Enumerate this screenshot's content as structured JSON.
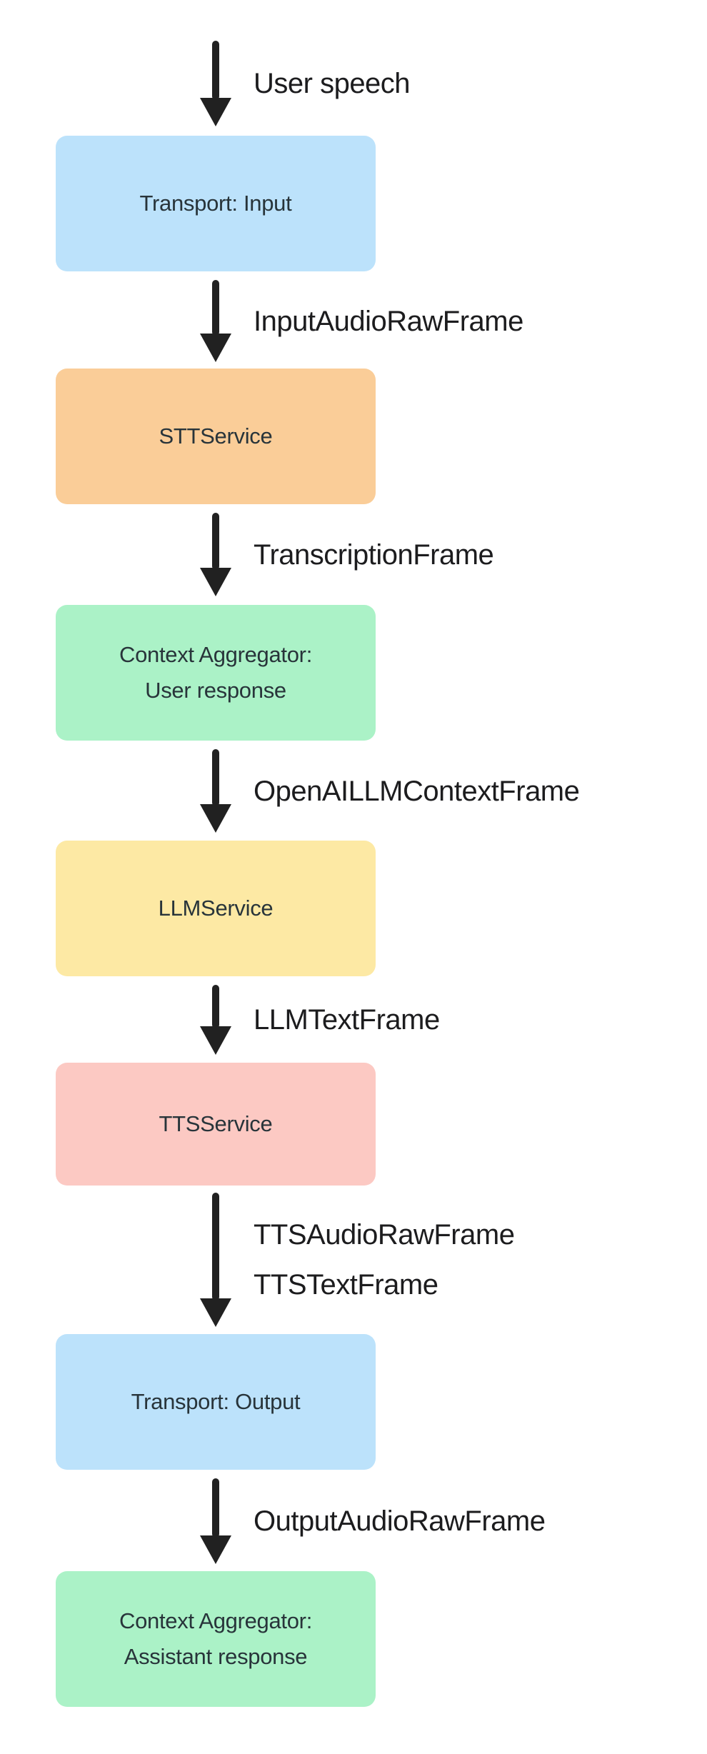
{
  "diagram": {
    "description": "Voice pipeline flow diagram",
    "colors": {
      "background": "#ffffff",
      "arrow": "#212121",
      "edge_label_text": "#1c1c1e",
      "node_text": "#28343a",
      "transport_fill": "#BCE2FB",
      "stt_fill": "#FACD98",
      "aggregator_fill": "#ABF2C7",
      "llm_fill": "#FDE9A4",
      "tts_fill": "#FCC9C3"
    },
    "nodes": [
      {
        "id": "transport-input",
        "fill": "#BCE2FB",
        "lines": [
          "Transport: Input"
        ]
      },
      {
        "id": "stt-service",
        "fill": "#FACD98",
        "lines": [
          "STTService"
        ]
      },
      {
        "id": "context-aggregator-user",
        "fill": "#ABF2C7",
        "lines": [
          "Context Aggregator:",
          "User response"
        ]
      },
      {
        "id": "llm-service",
        "fill": "#FDE9A4",
        "lines": [
          "LLMService"
        ]
      },
      {
        "id": "tts-service",
        "fill": "#FCC9C3",
        "lines": [
          "TTSService"
        ]
      },
      {
        "id": "transport-output",
        "fill": "#BCE2FB",
        "lines": [
          "Transport: Output"
        ]
      },
      {
        "id": "context-aggregator-assistant",
        "fill": "#ABF2C7",
        "lines": [
          "Context Aggregator:",
          "Assistant response"
        ]
      }
    ],
    "edges": [
      {
        "id": "user-speech",
        "labels": [
          "User speech"
        ]
      },
      {
        "id": "input-audio-raw-frame",
        "labels": [
          "InputAudioRawFrame"
        ]
      },
      {
        "id": "transcription-frame",
        "labels": [
          "TranscriptionFrame"
        ]
      },
      {
        "id": "openai-llm-context-frame",
        "labels": [
          "OpenAILLMContextFrame"
        ]
      },
      {
        "id": "llm-text-frame",
        "labels": [
          "LLMTextFrame"
        ]
      },
      {
        "id": "tts-audio-and-text-frames",
        "labels": [
          "TTSAudioRawFrame",
          "TTSTextFrame"
        ]
      },
      {
        "id": "output-audio-raw-frame",
        "labels": [
          "OutputAudioRawFrame"
        ]
      }
    ]
  }
}
